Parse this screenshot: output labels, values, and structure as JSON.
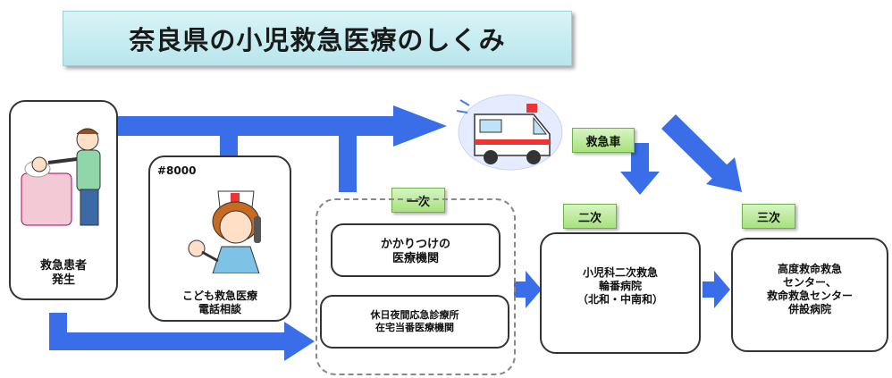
{
  "title": "奈良県の小児救急医療のしくみ",
  "patient": {
    "line1": "救急患者",
    "line2": "発生"
  },
  "phone": {
    "number": "#8000",
    "line1": "こども救急医療",
    "line2": "電話相談"
  },
  "ambulance_tag": "救急車",
  "tiers": {
    "primary": "一次",
    "secondary": "二次",
    "tertiary": "三次"
  },
  "primary_box1": {
    "line1": "かかりつけの",
    "line2": "医療機関"
  },
  "primary_box2": {
    "line1": "休日夜間応急診療所",
    "line2": "在宅当番医療機関"
  },
  "secondary_box": {
    "line1": "小児科二次救急",
    "line2": "輪番病院",
    "line3": "（北和・中南和）"
  },
  "tertiary_box": {
    "line1": "高度救命救急",
    "line2": "センター、",
    "line3": "救命救急センター",
    "line4": "併設病院"
  },
  "colors": {
    "arrow": "#3a6ee8",
    "tag_green": "#a8e17e",
    "title_bg": "#c7ecf1"
  }
}
